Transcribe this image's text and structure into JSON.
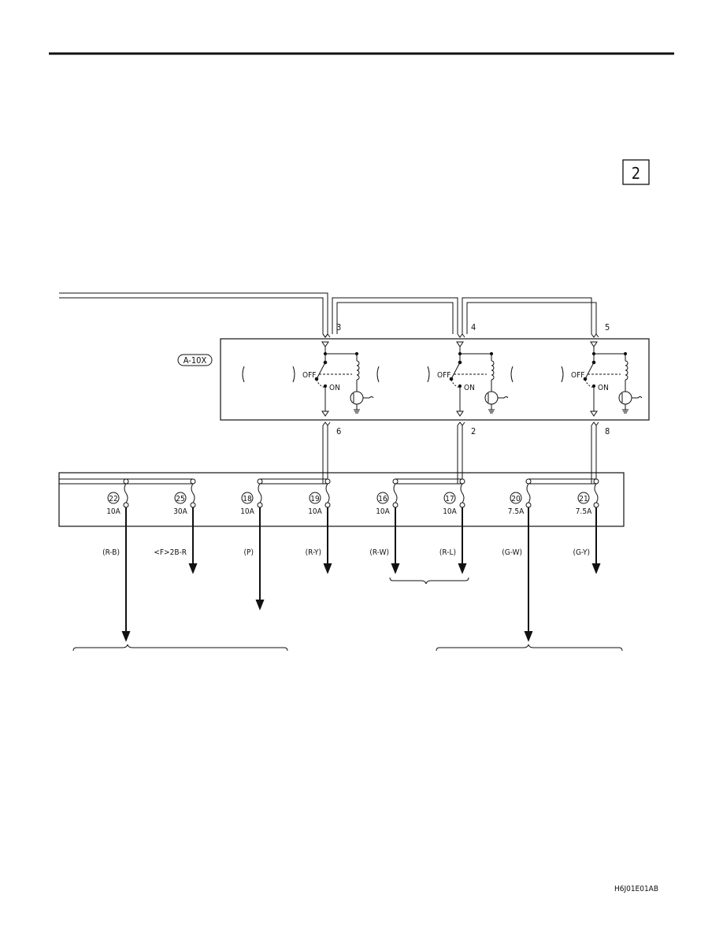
{
  "page": {
    "box_number": "2",
    "figure_code": "H6J01E01AB"
  },
  "relay_block": {
    "connector_label": "A-10X",
    "relays": [
      {
        "in_pin": "3",
        "out_pin": "6",
        "off_label": "OFF",
        "on_label": "ON"
      },
      {
        "in_pin": "4",
        "out_pin": "2",
        "off_label": "OFF",
        "on_label": "ON"
      },
      {
        "in_pin": "5",
        "out_pin": "8",
        "off_label": "OFF",
        "on_label": "ON"
      }
    ]
  },
  "fuses": [
    {
      "number": "22",
      "rating": "10A"
    },
    {
      "number": "25",
      "rating": "30A"
    },
    {
      "number": "18",
      "rating": "10A"
    },
    {
      "number": "19",
      "rating": "10A"
    },
    {
      "number": "16",
      "rating": "10A"
    },
    {
      "number": "17",
      "rating": "10A"
    },
    {
      "number": "20",
      "rating": "7.5A"
    },
    {
      "number": "21",
      "rating": "7.5A"
    }
  ],
  "wires": [
    "(R-B)",
    "<F>2B-R",
    "(P)",
    "(R-Y)",
    "(R-W)",
    "(R-L)",
    "(G-W)",
    "(G-Y)"
  ]
}
